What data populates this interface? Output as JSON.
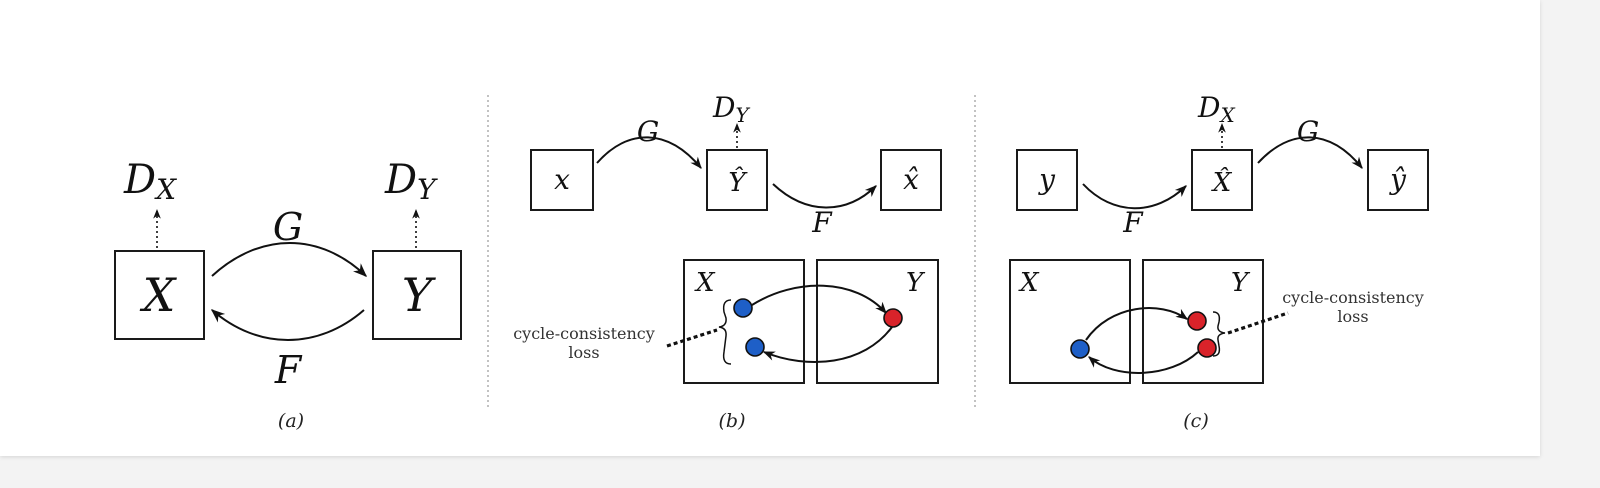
{
  "panel_a": {
    "dx_label": "D",
    "dx_sub": "X",
    "dy_label": "D",
    "dy_sub": "Y",
    "box_x": "X",
    "box_y": "Y",
    "g_label": "G",
    "f_label": "F",
    "caption": "(a)"
  },
  "panel_b": {
    "box_x": "x",
    "box_yhat": "Ŷ",
    "box_xhat": "x̂",
    "g_label": "G",
    "f_label": "F",
    "d_label": "D",
    "d_sub": "Y",
    "square_x": "X",
    "square_y": "Y",
    "loss_line1": "cycle-consistency",
    "loss_line2": "loss",
    "caption": "(b)"
  },
  "panel_c": {
    "box_y": "y",
    "box_xhat": "X̂",
    "box_yhat": "ŷ",
    "f_label": "F",
    "g_label": "G",
    "d_label": "D",
    "d_sub": "X",
    "square_x": "X",
    "square_y": "Y",
    "loss_line1": "cycle-consistency",
    "loss_line2": "loss",
    "caption": "(c)"
  },
  "colors": {
    "blue_point": "#1e5fc7",
    "red_point": "#d9232a"
  },
  "arrowheads": [
    "arrow-a-g",
    "arrow-a-f",
    "arrow-a-dx",
    "arrow-a-dy",
    "arrow-b-g",
    "arrow-b-f",
    "arrow-b-d",
    "arrow-b-cycle-top",
    "arrow-b-cycle-bottom",
    "arrow-c-f",
    "arrow-c-g",
    "arrow-c-d",
    "arrow-c-cycle-top",
    "arrow-c-cycle-bottom"
  ]
}
